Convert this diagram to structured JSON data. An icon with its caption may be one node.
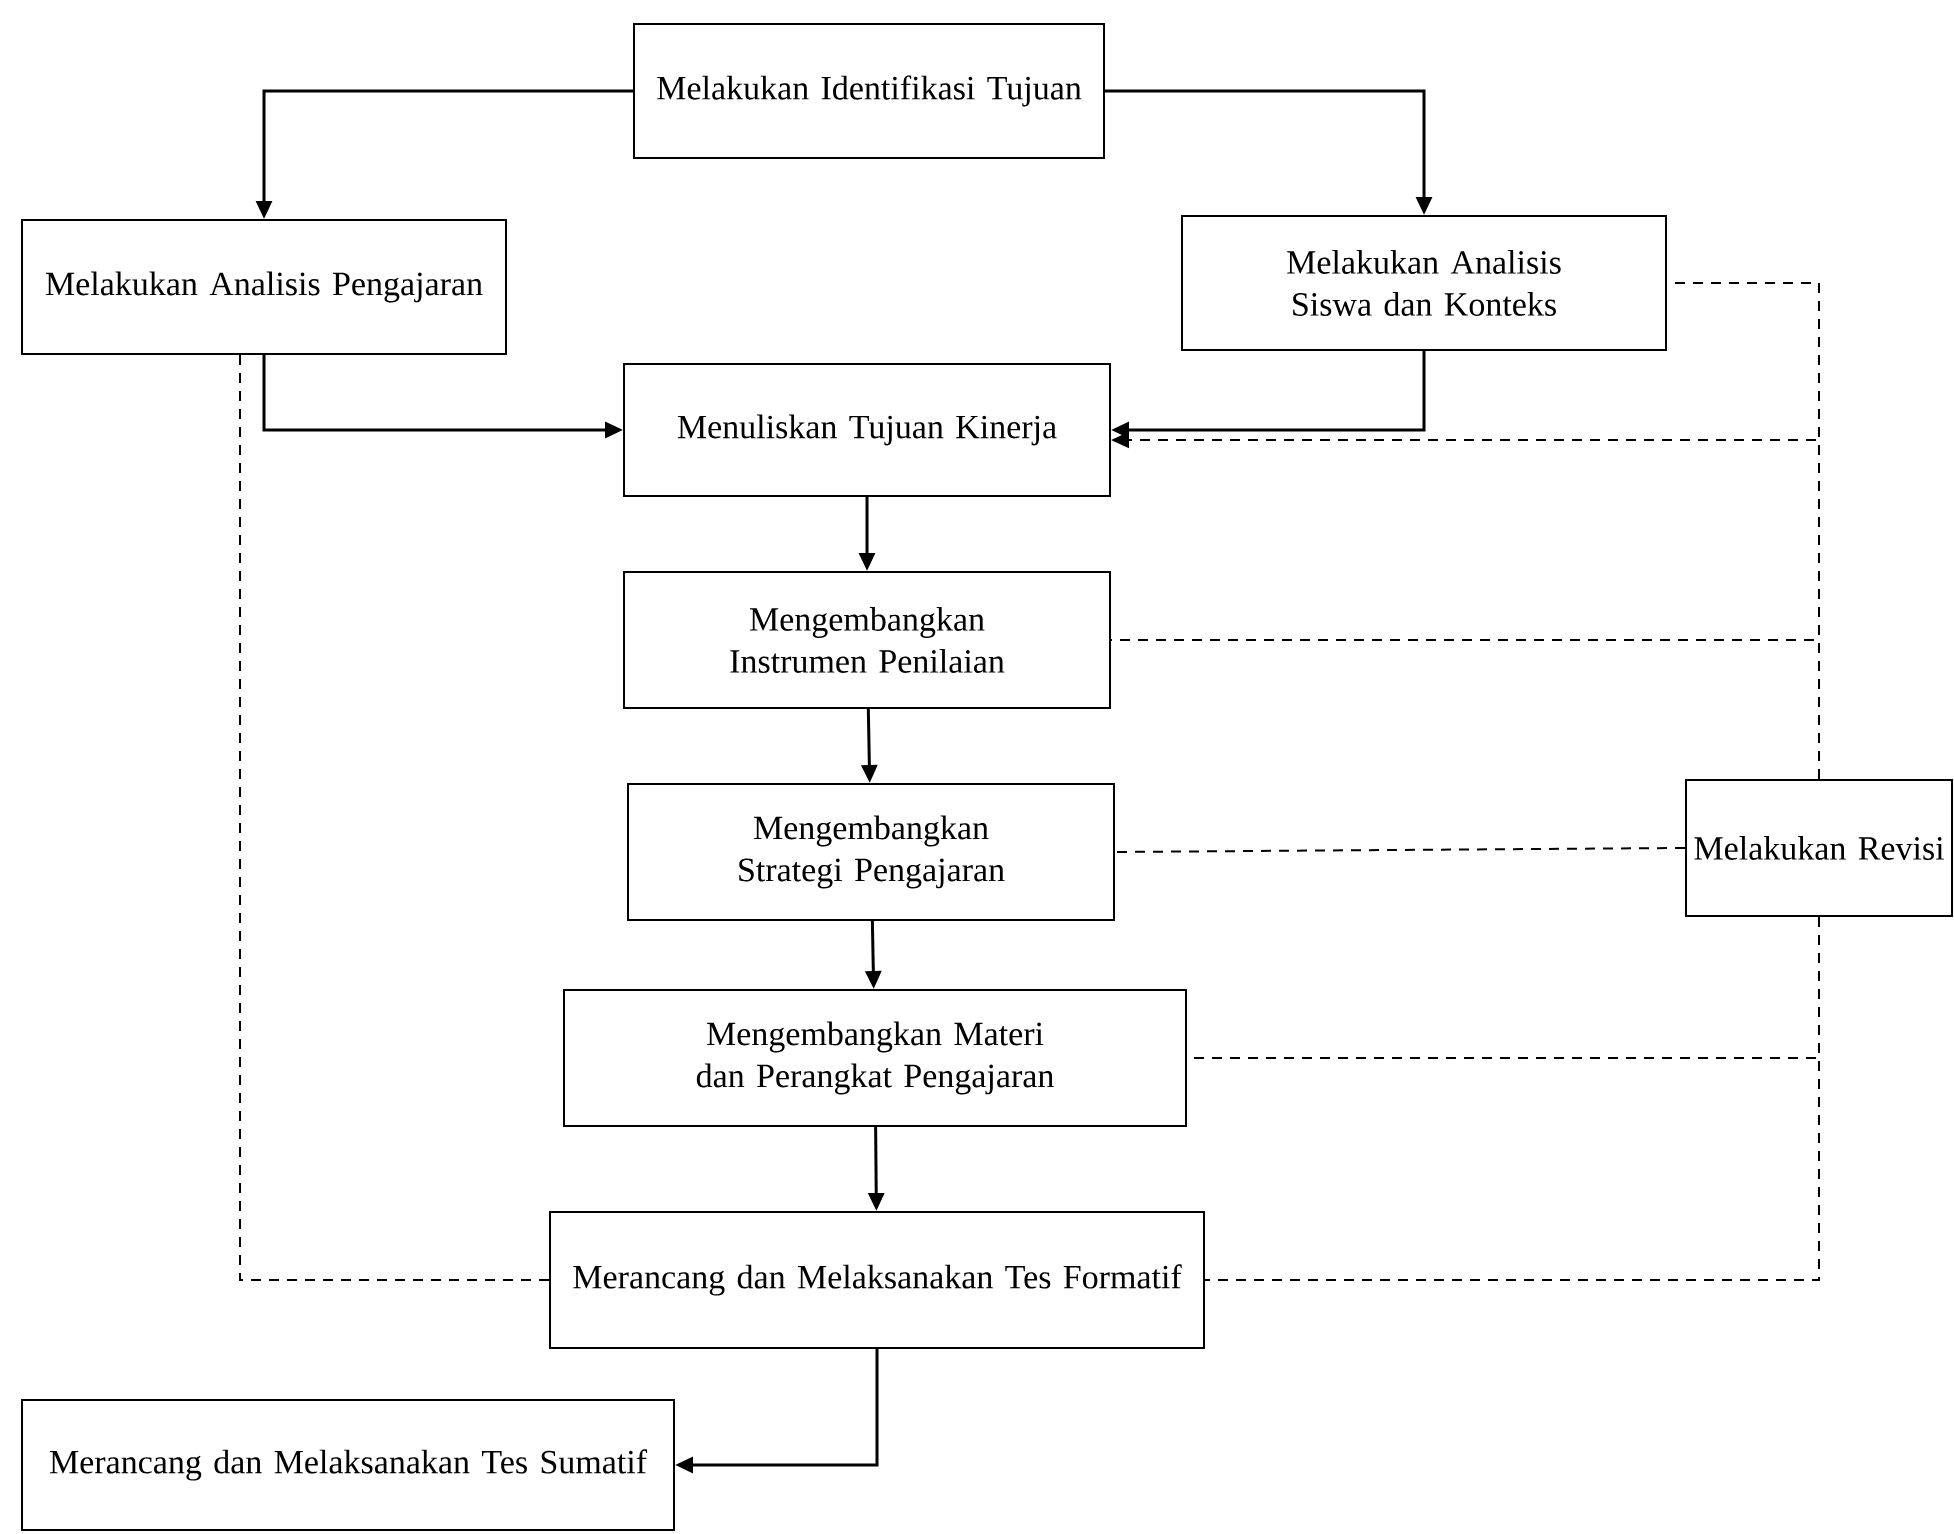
{
  "diagram": {
    "nodes": [
      {
        "text": [
          "Melakukan Identifikasi Tujuan"
        ]
      },
      {
        "text": [
          "Melakukan Analisis Pengajaran"
        ]
      },
      {
        "text": [
          "Melakukan Analisis Siswa dan Konteks"
        ]
      },
      {
        "text": [
          "Menuliskan Tujuan Kinerja"
        ]
      },
      {
        "text": [
          "Mengembangkan Instrumen Penilaian"
        ]
      },
      {
        "text": [
          "Mengembangkan Strategi Pengajaran"
        ]
      },
      {
        "text": [
          "Mengembangkan Materi dan Perangkat Pengajaran"
        ]
      },
      {
        "text": [
          "Merancang dan Melaksanakan Tes Formatif"
        ]
      },
      {
        "text": [
          "Merancang dan Melaksanakan Tes Sumatif"
        ]
      },
      {
        "text": [
          "Melakukan Revisi"
        ]
      }
    ],
    "edges": [
      {
        "from": 0,
        "to": 1,
        "arrow": "to"
      },
      {
        "from": 0,
        "to": 2,
        "arrow": "to"
      },
      {
        "from": 1,
        "to": 3,
        "arrow": "to"
      },
      {
        "from": 2,
        "to": 3,
        "arrow": "to"
      },
      {
        "from": 3,
        "to": 4,
        "arrow": "to"
      },
      {
        "from": 4,
        "to": 5,
        "arrow": "to"
      },
      {
        "from": 5,
        "to": 6,
        "arrow": "to"
      },
      {
        "from": 6,
        "to": 7,
        "arrow": "to"
      },
      {
        "from": 7,
        "to": 8,
        "arrow": "to"
      },
      {
        "from": 1,
        "to": 7,
        "arrow": "none",
        "style": "dashed"
      },
      {
        "from": 9,
        "to": 2,
        "arrow": "none",
        "style": "dashed"
      },
      {
        "from": 9,
        "to": 3,
        "arrow": "to",
        "style": "dashed"
      },
      {
        "from": 9,
        "to": 4,
        "arrow": "none",
        "style": "dashed"
      },
      {
        "from": 9,
        "to": 5,
        "arrow": "none",
        "style": "dashed"
      },
      {
        "from": 9,
        "to": 6,
        "arrow": "none",
        "style": "dashed"
      },
      {
        "from": 9,
        "to": 7,
        "arrow": "none",
        "style": "dashed"
      }
    ]
  }
}
